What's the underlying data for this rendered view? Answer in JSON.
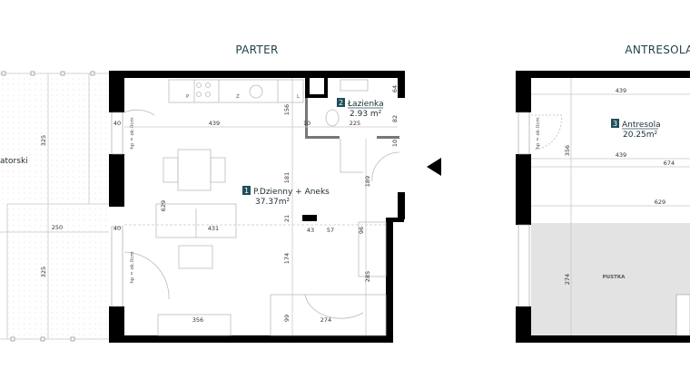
{
  "plan": {
    "colors": {
      "badge": "#1f4e5a",
      "wall": "#000000",
      "void": "#e3e3e3"
    },
    "parter": {
      "title": "PARTER",
      "terrace_label": "atorski",
      "terrace_dims": [
        "325",
        "250",
        "325"
      ],
      "rooms": [
        {
          "number": "1",
          "name": "P.Dzienny + Aneks",
          "area": "37.37m²"
        },
        {
          "number": "2",
          "name": "Łazienka",
          "area": "2.93  m²"
        }
      ],
      "window_labels": [
        "hp = ok.0cm",
        "hp = ok.0cm"
      ],
      "kitchen_marks": [
        "P",
        "Z",
        "L"
      ],
      "dims": {
        "d40a": "40",
        "d439": "439",
        "d156": "156",
        "d10a": "10",
        "d225": "225",
        "d64": "64",
        "d82": "82",
        "d10b": "10",
        "d181": "181",
        "d189": "189",
        "d629": "629",
        "d40b": "40",
        "d431": "431",
        "d21": "21",
        "d43": "43",
        "d57": "57",
        "d96": "96",
        "d174": "174",
        "d285": "285",
        "d356": "356",
        "d99": "99",
        "d274": "274"
      },
      "entrance_icon": "entrance-arrow-icon"
    },
    "antresola": {
      "title": "ANTRESOLA",
      "room": {
        "number": "3",
        "name": "Antresola",
        "area": "20.25m²"
      },
      "window_label": "hp = ok.0cm",
      "void_label": "PUSTKA",
      "dims": {
        "d439a": "439",
        "d356": "356",
        "d439b": "439",
        "d674": "674",
        "d629": "629",
        "d274": "274"
      }
    }
  }
}
